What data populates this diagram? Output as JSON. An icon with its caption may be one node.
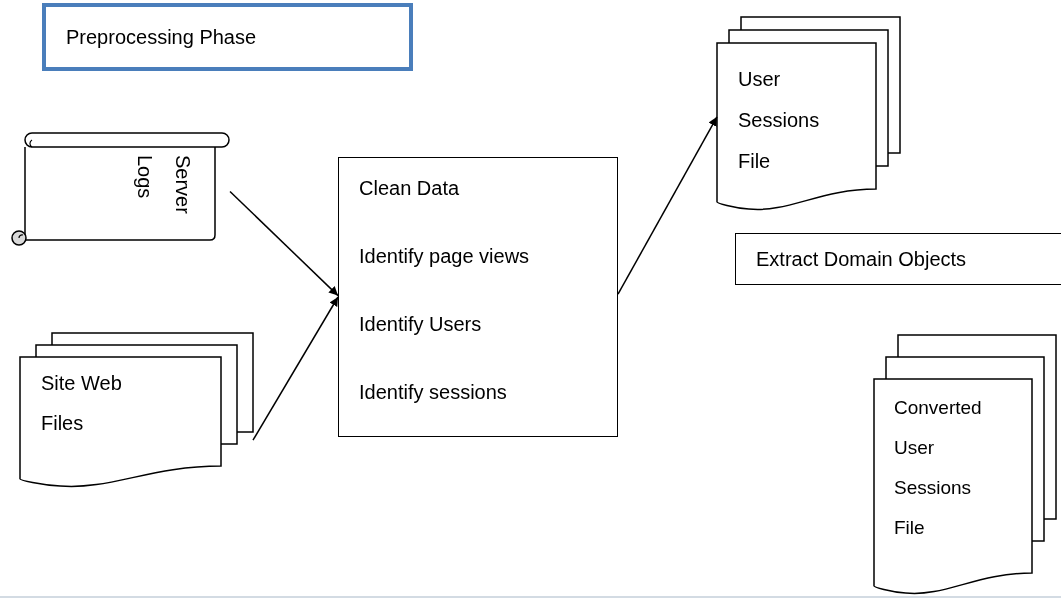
{
  "diagram": {
    "nodes": [
      {
        "text": [
          "Preprocessing Phase"
        ]
      },
      {
        "text": [
          "Server Logs"
        ]
      },
      {
        "text": [
          "Site Web Files"
        ]
      },
      {
        "text": [
          "Clean Data",
          "Identify page views",
          "Identify Users",
          "Identify sessions"
        ]
      },
      {
        "text": [
          "User Sessions File"
        ]
      },
      {
        "text": [
          "Extract Domain Objects"
        ]
      },
      {
        "text": [
          "Converted User Sessions File"
        ]
      }
    ],
    "edges": [
      {
        "from": 1,
        "to": 3,
        "arrow": "to"
      },
      {
        "from": 2,
        "to": 3,
        "arrow": "to"
      },
      {
        "from": 3,
        "to": 4,
        "arrow": "to"
      }
    ]
  }
}
